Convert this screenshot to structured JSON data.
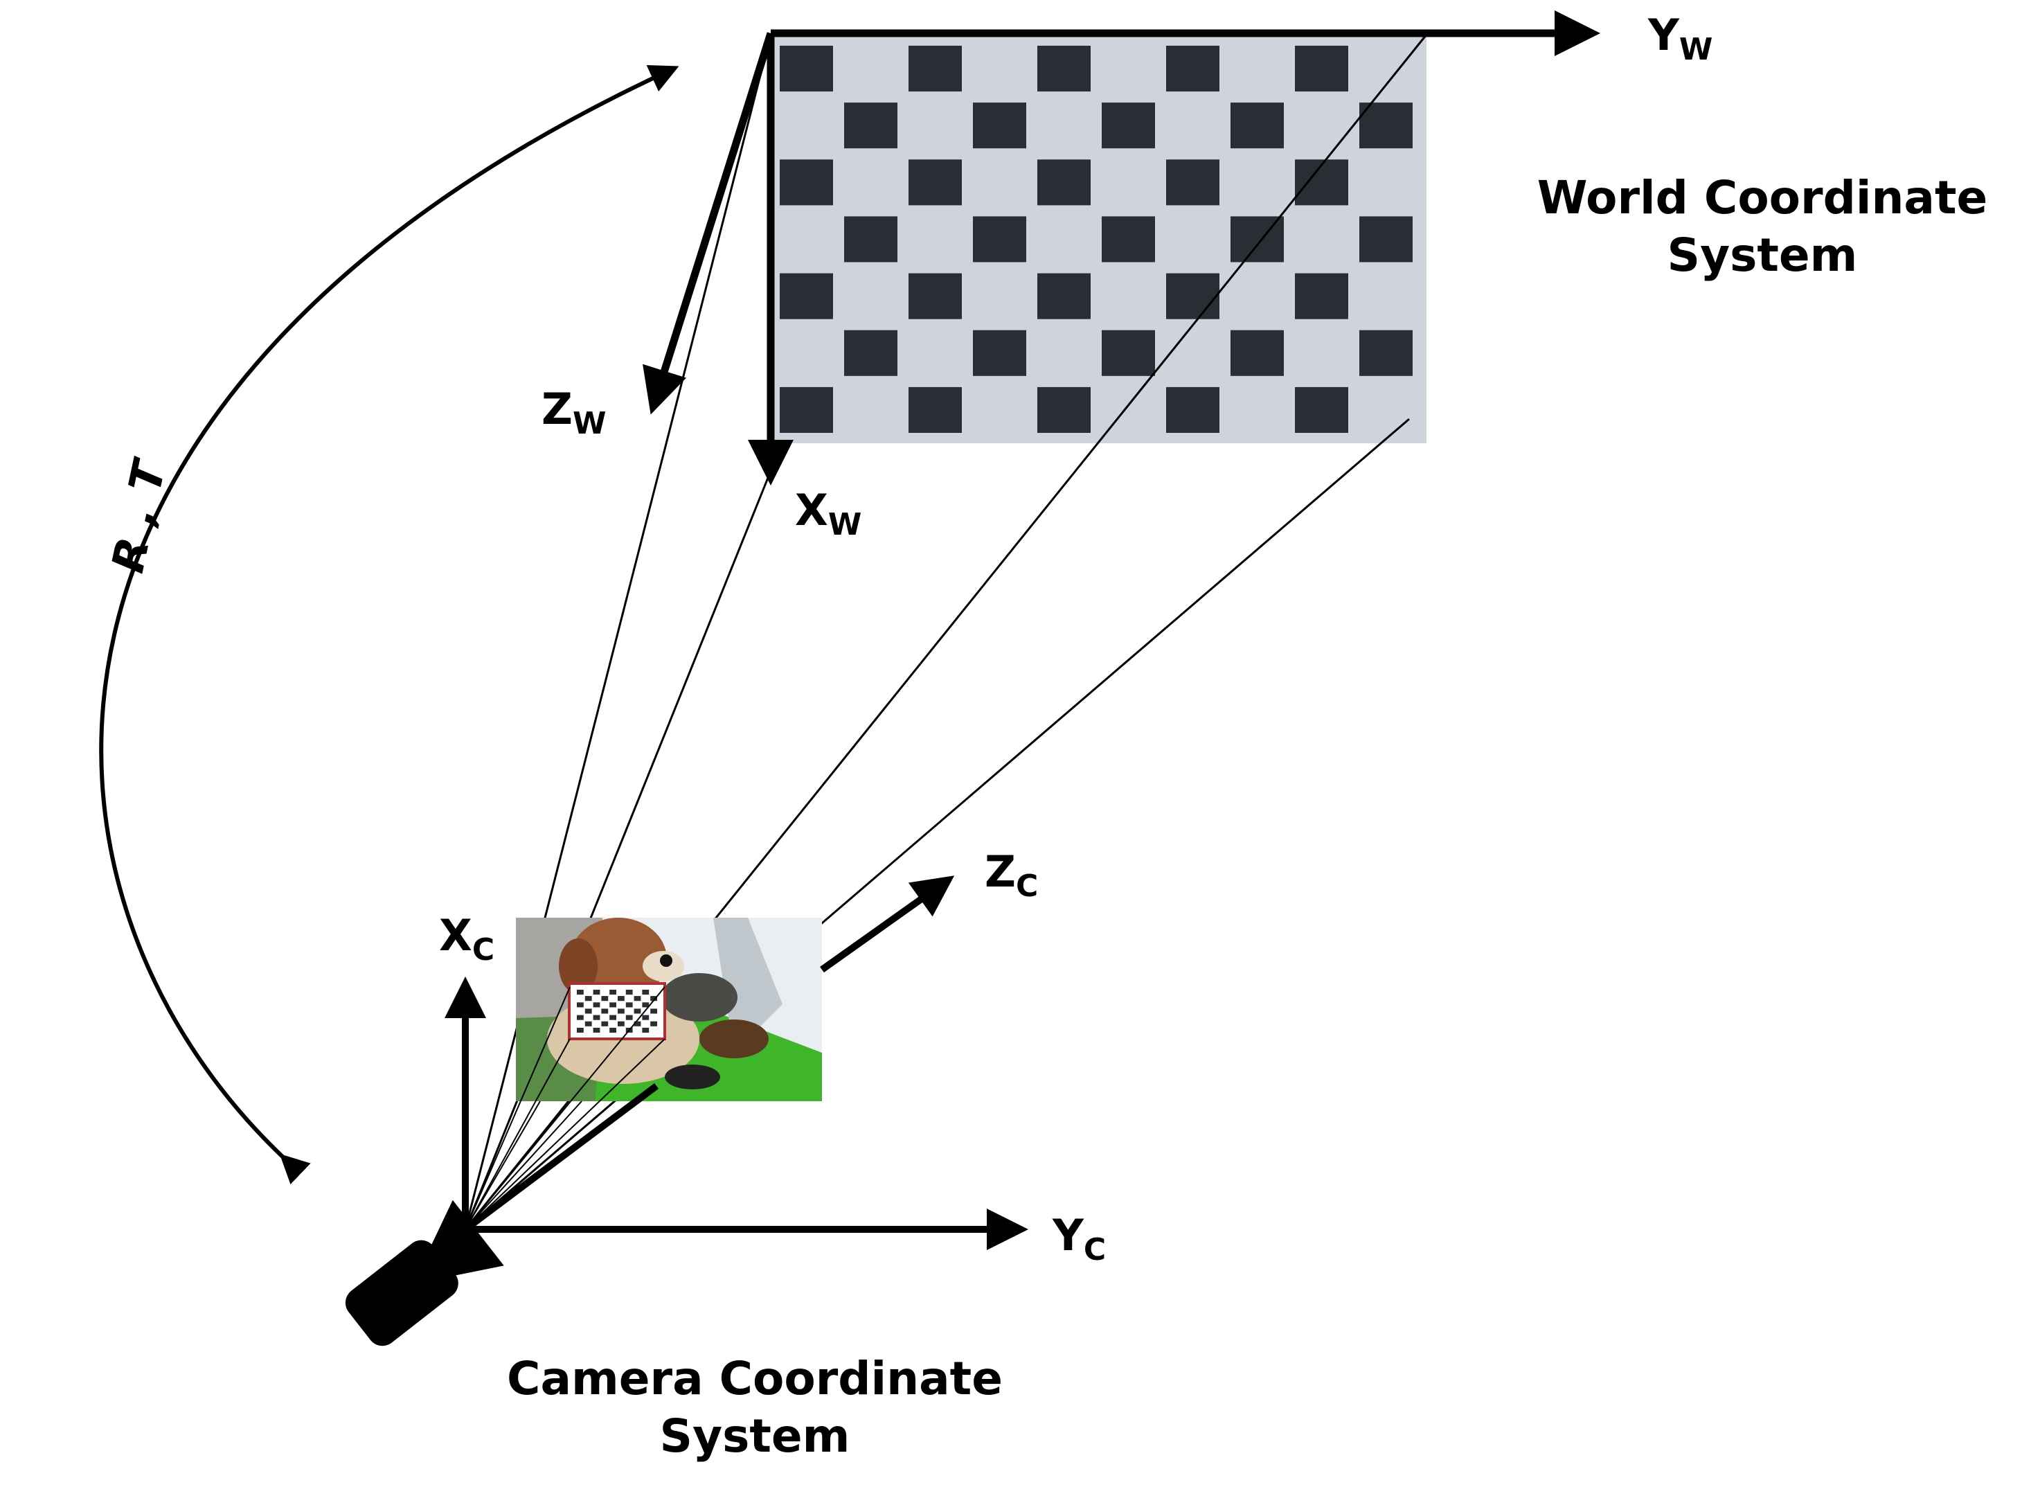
{
  "world_system": {
    "line1": "World Coordinate",
    "line2": "System",
    "axes": {
      "y": {
        "main": "Y",
        "sub": "W"
      },
      "z": {
        "main": "Z",
        "sub": "W"
      },
      "x": {
        "main": "X",
        "sub": "W"
      }
    }
  },
  "camera_system": {
    "line1": "Camera Coordinate",
    "line2": "System",
    "axes": {
      "x": {
        "main": "X",
        "sub": "C"
      },
      "y": {
        "main": "Y",
        "sub": "C"
      },
      "z": {
        "main": "Z",
        "sub": "C"
      }
    }
  },
  "transform_label": "R , T",
  "checkerboard": {
    "rows": 7,
    "cols": 10
  },
  "colors": {
    "ink": "#000000",
    "board_light": "#cfd3dc",
    "board_dark": "#2a2d33",
    "photo_green": "#3fb62a",
    "photo_wall": "#e8eef2",
    "photo_bear": "#9a5a33"
  }
}
